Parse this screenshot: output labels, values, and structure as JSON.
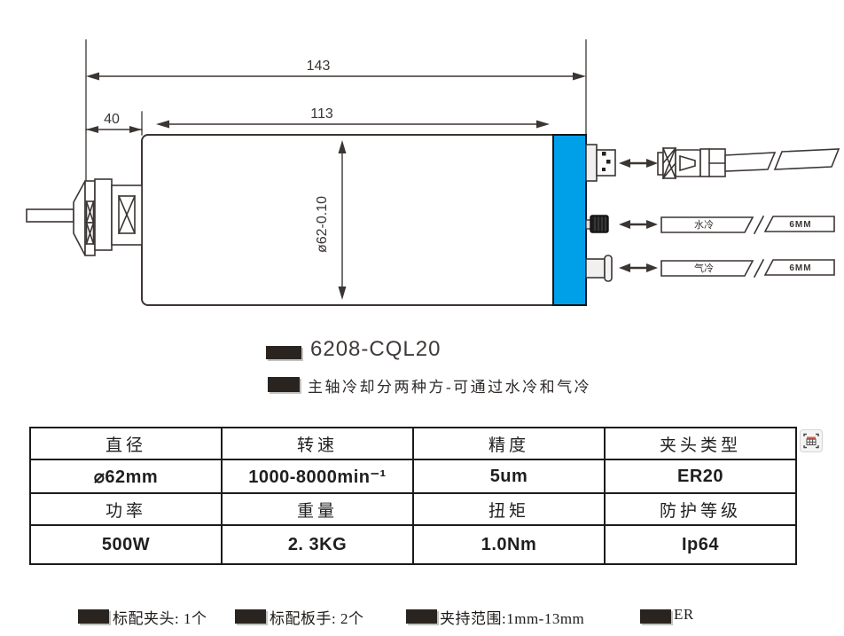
{
  "drawing": {
    "dims": {
      "overall_length": "143",
      "body_length": "113",
      "nose_length": "40",
      "diameter": "ø62-0.10"
    },
    "labels": {
      "water": "水冷",
      "water_tube_size": "6MM",
      "air": "气冷",
      "air_tube_size": "6MM"
    },
    "colors": {
      "cap_blue": "#00a0e9",
      "line": "#3b3533"
    }
  },
  "model": {
    "name": "6208-CQL20",
    "description": "主轴冷却分两种方-可通过水冷和气冷"
  },
  "spec_table": {
    "rows": [
      [
        "直径",
        "转速",
        "精度",
        "夹头类型"
      ],
      [
        "⌀62mm",
        "1000-8000min⁻¹",
        "5um",
        "ER20"
      ],
      [
        "功率",
        "重量",
        "扭矩",
        "防护等级"
      ],
      [
        "500W",
        "2. 3KG",
        "1.0Nm",
        "Ip64"
      ]
    ]
  },
  "footnotes": {
    "items": [
      {
        "label": "标配夹头: 1个"
      },
      {
        "label": "标配板手: 2个"
      },
      {
        "label": "夹持范围:1mm-13mm"
      },
      {
        "label": "ER"
      }
    ]
  },
  "icons": {
    "table_capture": "table-capture-icon"
  }
}
